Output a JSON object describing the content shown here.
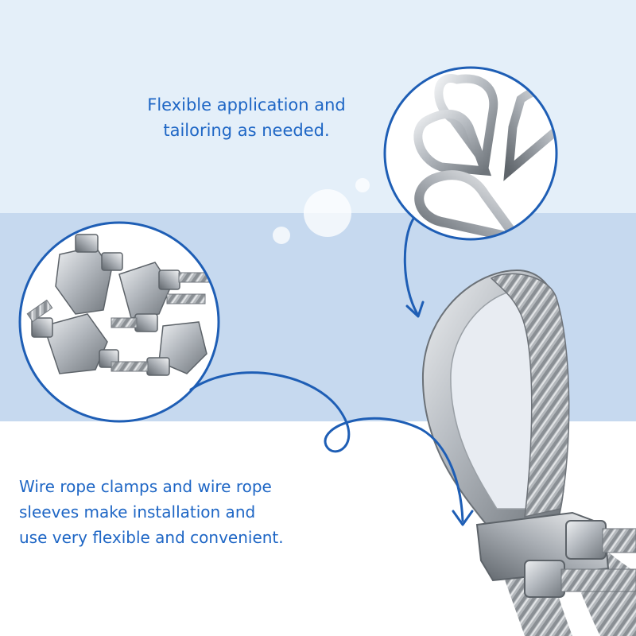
{
  "captions": {
    "top": {
      "line1": "Flexible application and",
      "line2": "tailoring as needed."
    },
    "bottom": {
      "line1": "Wire rope clamps and wire rope",
      "line2": "sleeves make installation and",
      "line3": "use very flexible and convenient."
    }
  },
  "colors": {
    "accent": "#1e66c5",
    "circle_border": "#1e5eb5",
    "background_top": "#e4eff9",
    "background_mid": "#c6d9ef",
    "background_bottom": "#ffffff",
    "steel": "#b9bec4"
  },
  "images": {
    "thimbles": "stainless-steel-wire-rope-thimbles-photo",
    "clamps": "stainless-steel-wire-rope-clamps-photo",
    "assembly": "wire-rope-thimble-and-clamp-closeup-photo"
  },
  "icons": [
    "curved-arrow-icon",
    "curved-arrow-icon"
  ]
}
